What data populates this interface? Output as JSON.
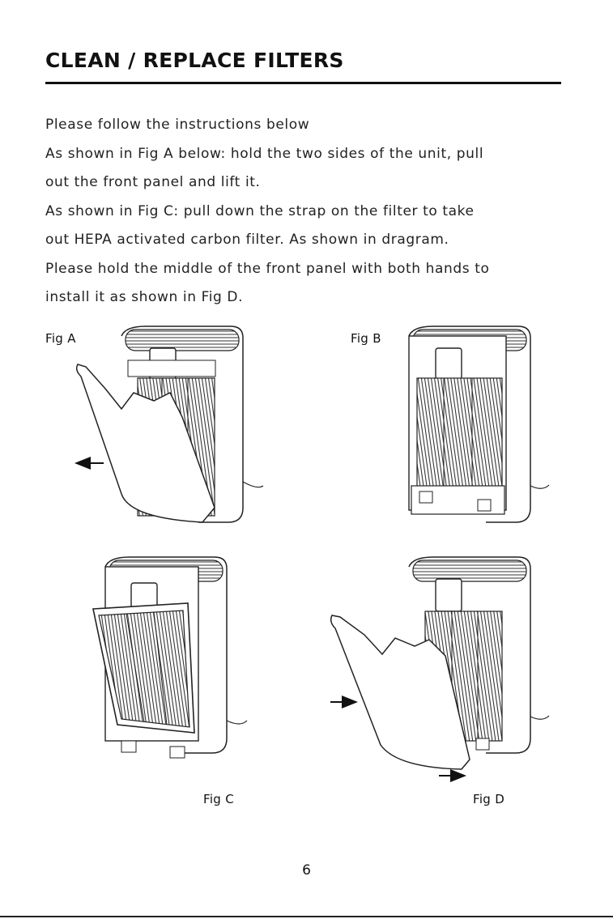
{
  "page": {
    "title": "CLEAN / REPLACE FILTERS",
    "page_number": "6"
  },
  "instructions": [
    "Please follow the instructions below",
    "As shown in Fig A below: hold the two sides of the unit, pull",
    "out the front panel and lift it.",
    "As shown in Fig C: pull down the strap on the filter to take",
    "out HEPA activated carbon filter. As shown in dragram.",
    "Please hold the middle of the front panel with both hands to",
    "install it as shown in Fig D."
  ],
  "figures": {
    "a": {
      "caption": "Fig A"
    },
    "b": {
      "caption": "Fig B"
    },
    "c": {
      "caption": "Fig C"
    },
    "d": {
      "caption": "Fig D"
    }
  }
}
